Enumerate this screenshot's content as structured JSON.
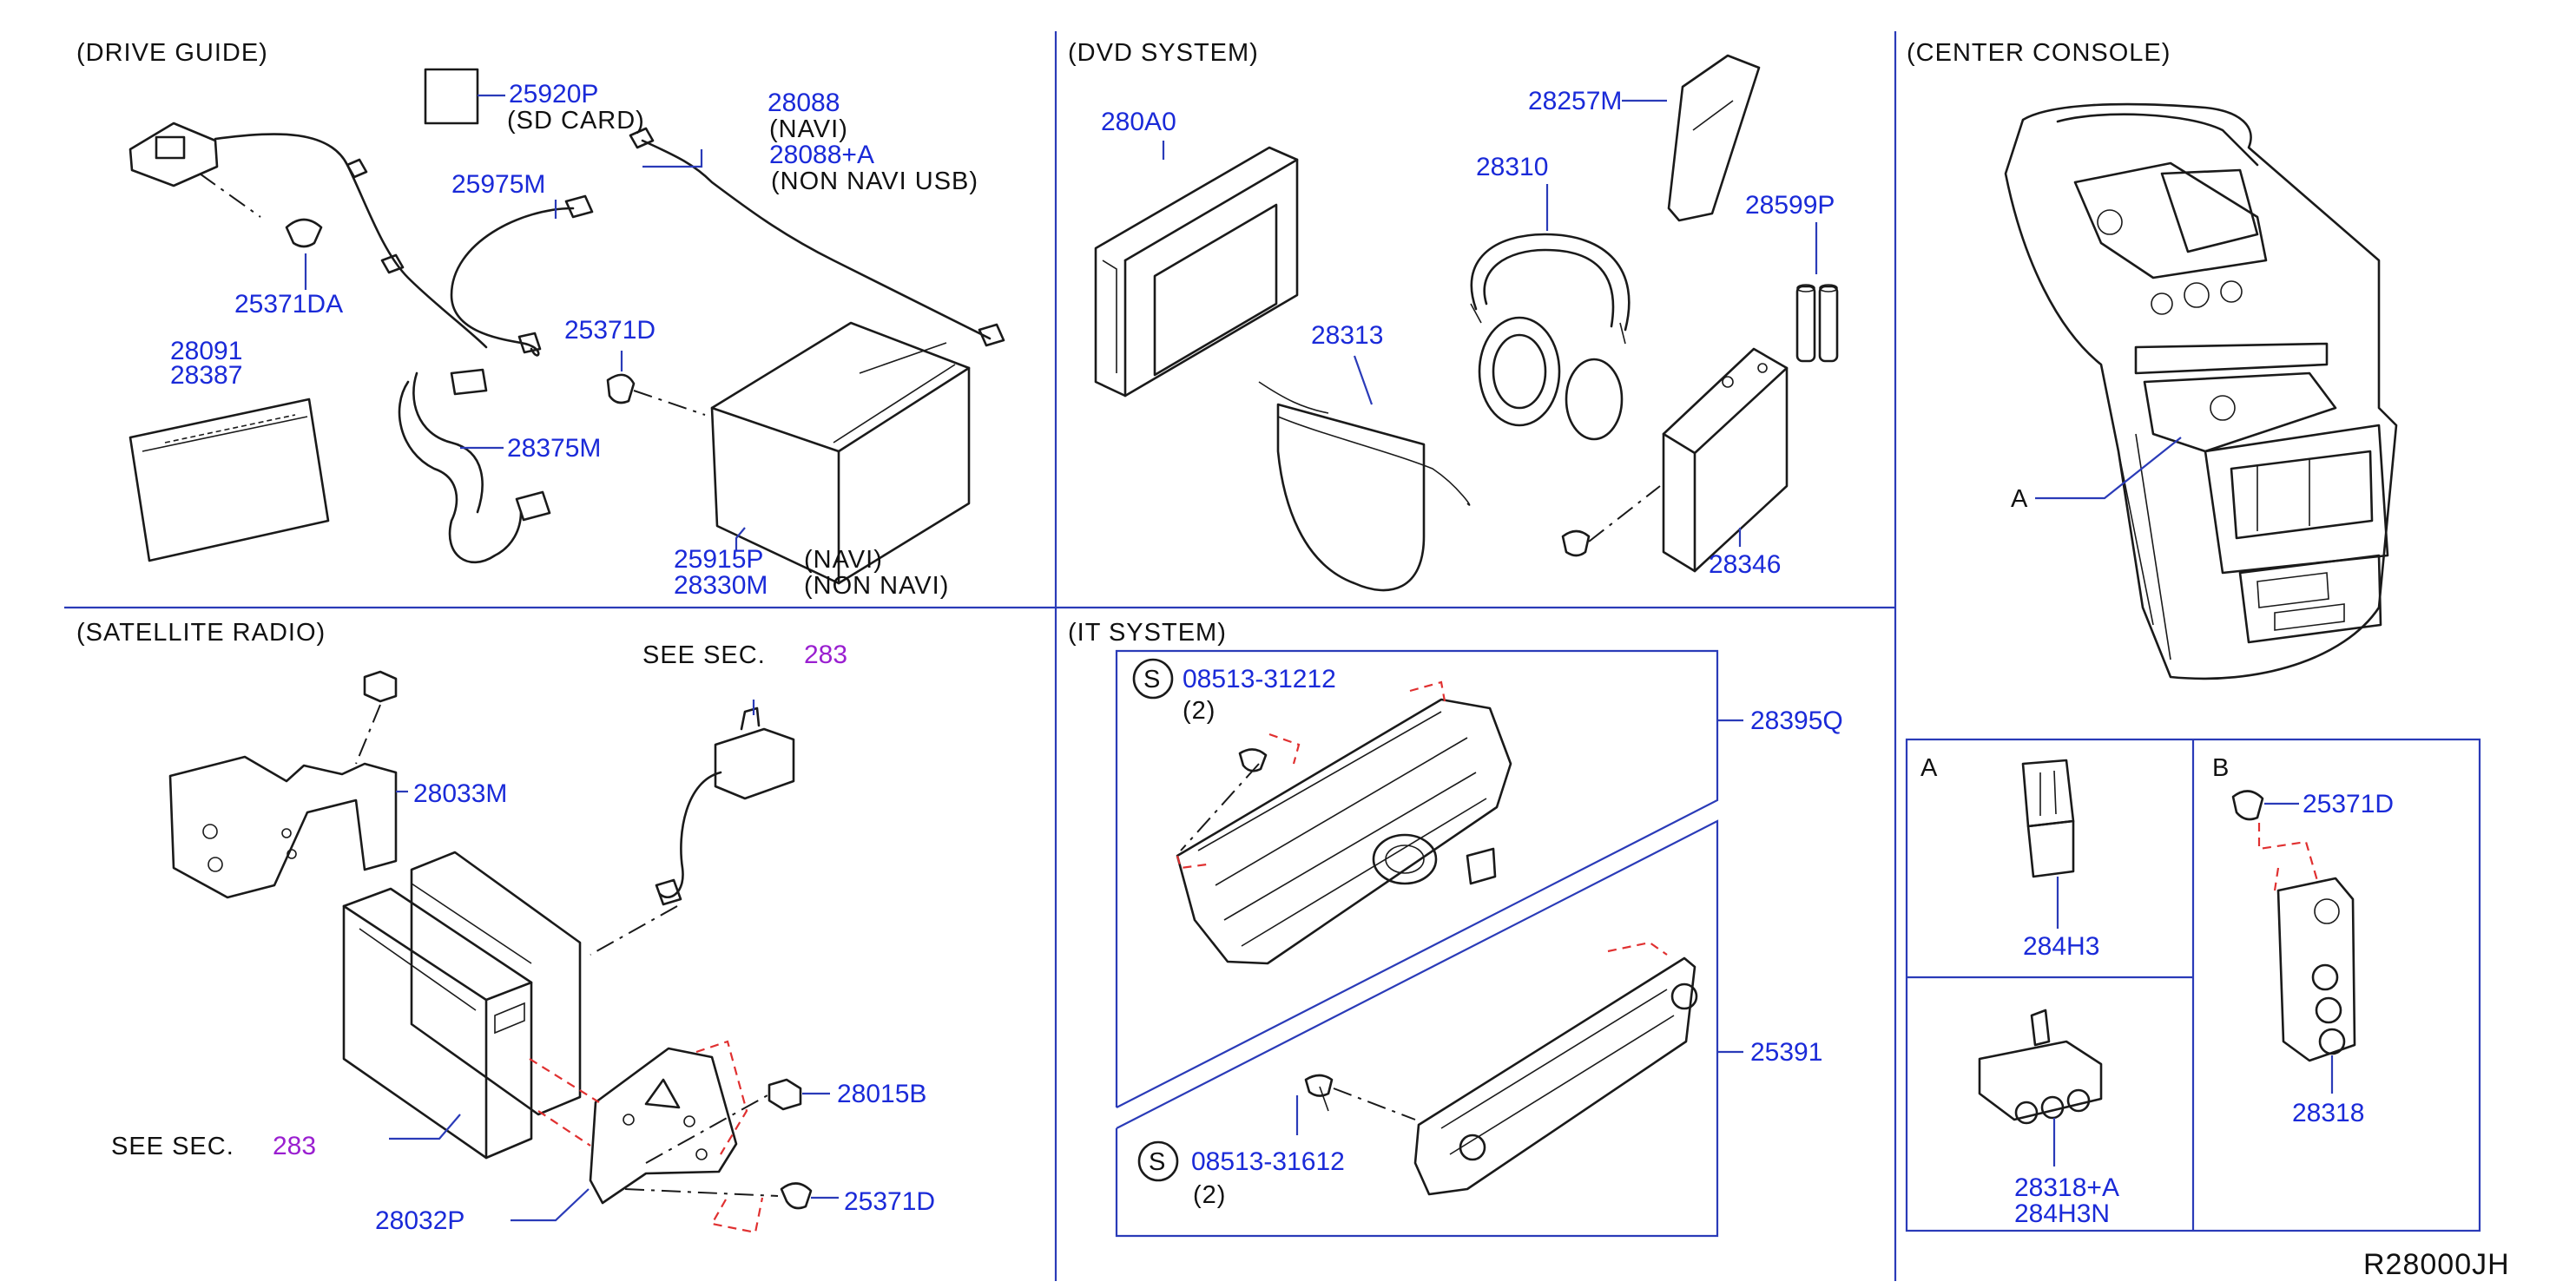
{
  "colors": {
    "part_number": "#1a2ad8",
    "see_section": "#9a1fd0",
    "frame": "#2a3bb8",
    "leader_dash": "#e03030"
  },
  "sections": {
    "drive_guide": "(DRIVE   GUIDE)",
    "dvd_system": "(DVD   SYSTEM)",
    "center_console": "(CENTER   CONSOLE)",
    "satellite_radio": "(SATELLITE   RADIO)",
    "it_system": "(IT   SYSTEM)"
  },
  "parts": {
    "p25920P": "25920P",
    "p25975M": "25975M",
    "p28088": "28088",
    "p28088A": "28088+A",
    "p25371DA": "25371DA",
    "p28091": "28091",
    "p28387": "28387",
    "p28375M": "28375M",
    "p25371D_drive": "25371D",
    "p25915P": "25915P",
    "p28330M": "28330M",
    "p280A0": "280A0",
    "p28257M": "28257M",
    "p28310": "28310",
    "p28599P": "28599P",
    "p28313": "28313",
    "p28346": "28346",
    "p28033M": "28033M",
    "p28015B": "28015B",
    "p25371D_sat": "25371D",
    "p28032P": "28032P",
    "p08513_31212": "08513-31212",
    "p28395Q": "28395Q",
    "p25391": "25391",
    "p08513_31612": "08513-31612",
    "p284H3": "284H3",
    "p28318A": "28318+A",
    "p284H3N": "284H3N",
    "p25371D_b": "25371D",
    "p28318": "28318"
  },
  "notes": {
    "sd_card": "(SD   CARD)",
    "navi_a": "(NAVI)",
    "non_navi_usb": "(NON   NAVI   USB)",
    "navi_b": "(NAVI)",
    "non_navi": "(NON   NAVI)",
    "qty_1": "(2)",
    "qty_2": "(2)"
  },
  "see_sec": {
    "label_1": "SEE   SEC.",
    "ref_1": "283",
    "label_2": "SEE   SEC.",
    "ref_2": "283"
  },
  "screw_symbol": {
    "s1": "S",
    "s2": "S"
  },
  "detail_views": {
    "a_box": "A",
    "b_box": "B",
    "a_callout": "A"
  },
  "diagram_id": "R28000JH"
}
